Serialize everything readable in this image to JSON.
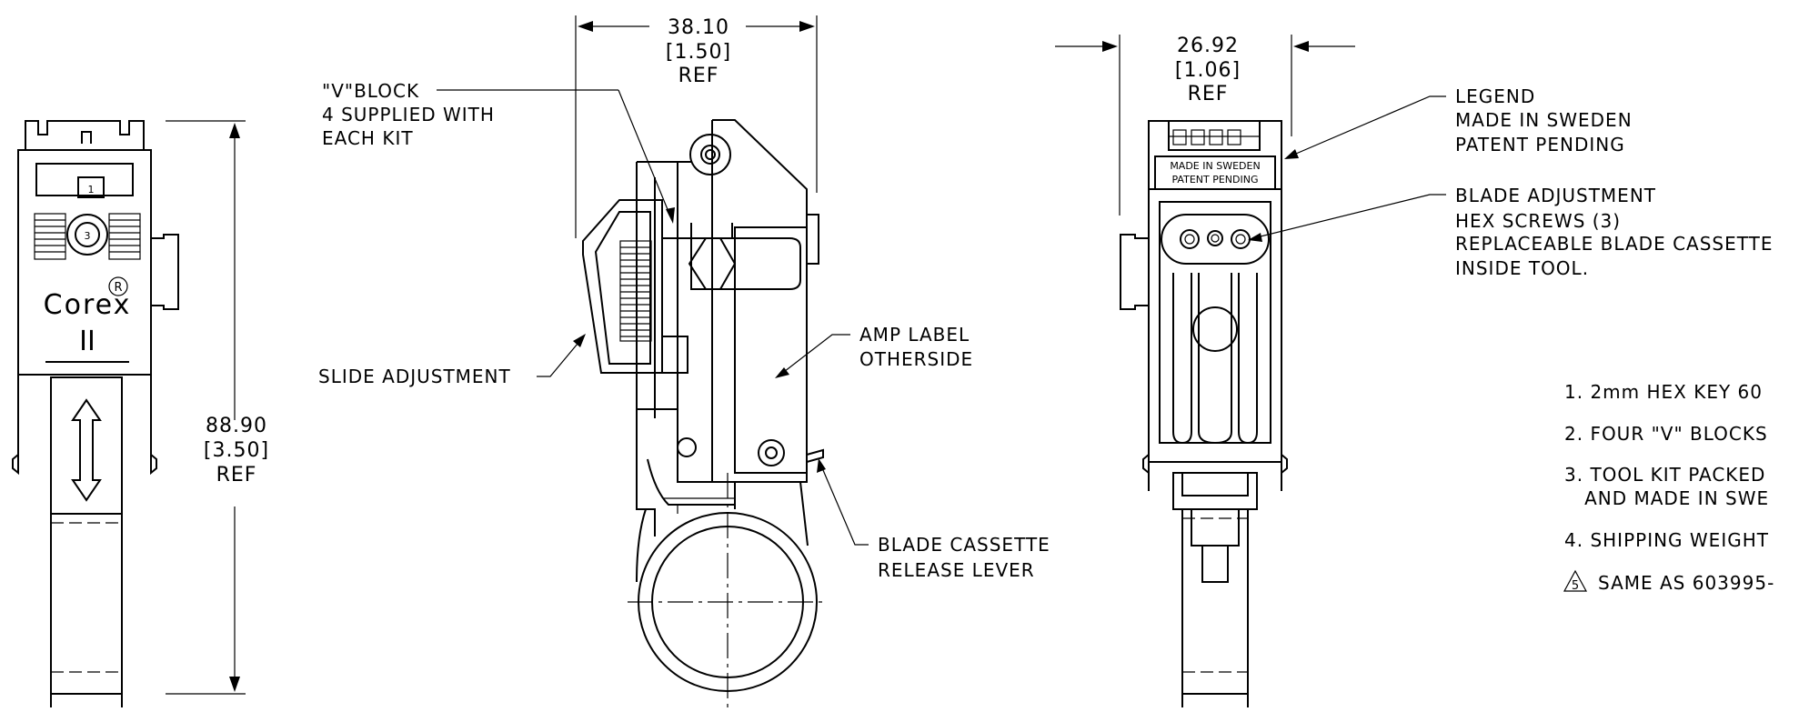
{
  "dimensions": {
    "width_top": {
      "value": "38.10",
      "inch": "[1.50]",
      "ref": "REF"
    },
    "width_right": {
      "value": "26.92",
      "inch": "[1.06]",
      "ref": "REF"
    },
    "height_left": {
      "value": "88.90",
      "inch": "[3.50]",
      "ref": "REF"
    }
  },
  "left_view": {
    "number_box": "1",
    "circle_number": "3",
    "brand": "Corex",
    "registered": "R",
    "model": "II"
  },
  "callouts": {
    "v_block": [
      "\"V\"BLOCK",
      "4 SUPPLIED WITH",
      "EACH KIT"
    ],
    "slide_adjustment": "SLIDE ADJUSTMENT",
    "amp_label": [
      "AMP LABEL",
      "OTHERSIDE"
    ],
    "blade_release": [
      "BLADE CASSETTE",
      "RELEASE LEVER"
    ],
    "legend": [
      "LEGEND",
      "MADE IN SWEDEN",
      "PATENT PENDING"
    ],
    "blade_adjust": [
      "BLADE ADJUSTMENT",
      "HEX SCREWS (3)",
      "REPLACEABLE BLADE CASSETTE",
      " INSIDE TOOL."
    ]
  },
  "right_view": {
    "plate_line1": "MADE IN SWEDEN",
    "plate_line2": "PATENT PENDING"
  },
  "notes": [
    "1. 2mm HEX KEY 60",
    "2. FOUR \"V\" BLOCKS",
    "3. TOOL KIT PACKED",
    "   AND MADE IN SWE",
    "4. SHIPPING WEIGHT",
    "SAME AS 603995-"
  ],
  "note5_marker": "5"
}
